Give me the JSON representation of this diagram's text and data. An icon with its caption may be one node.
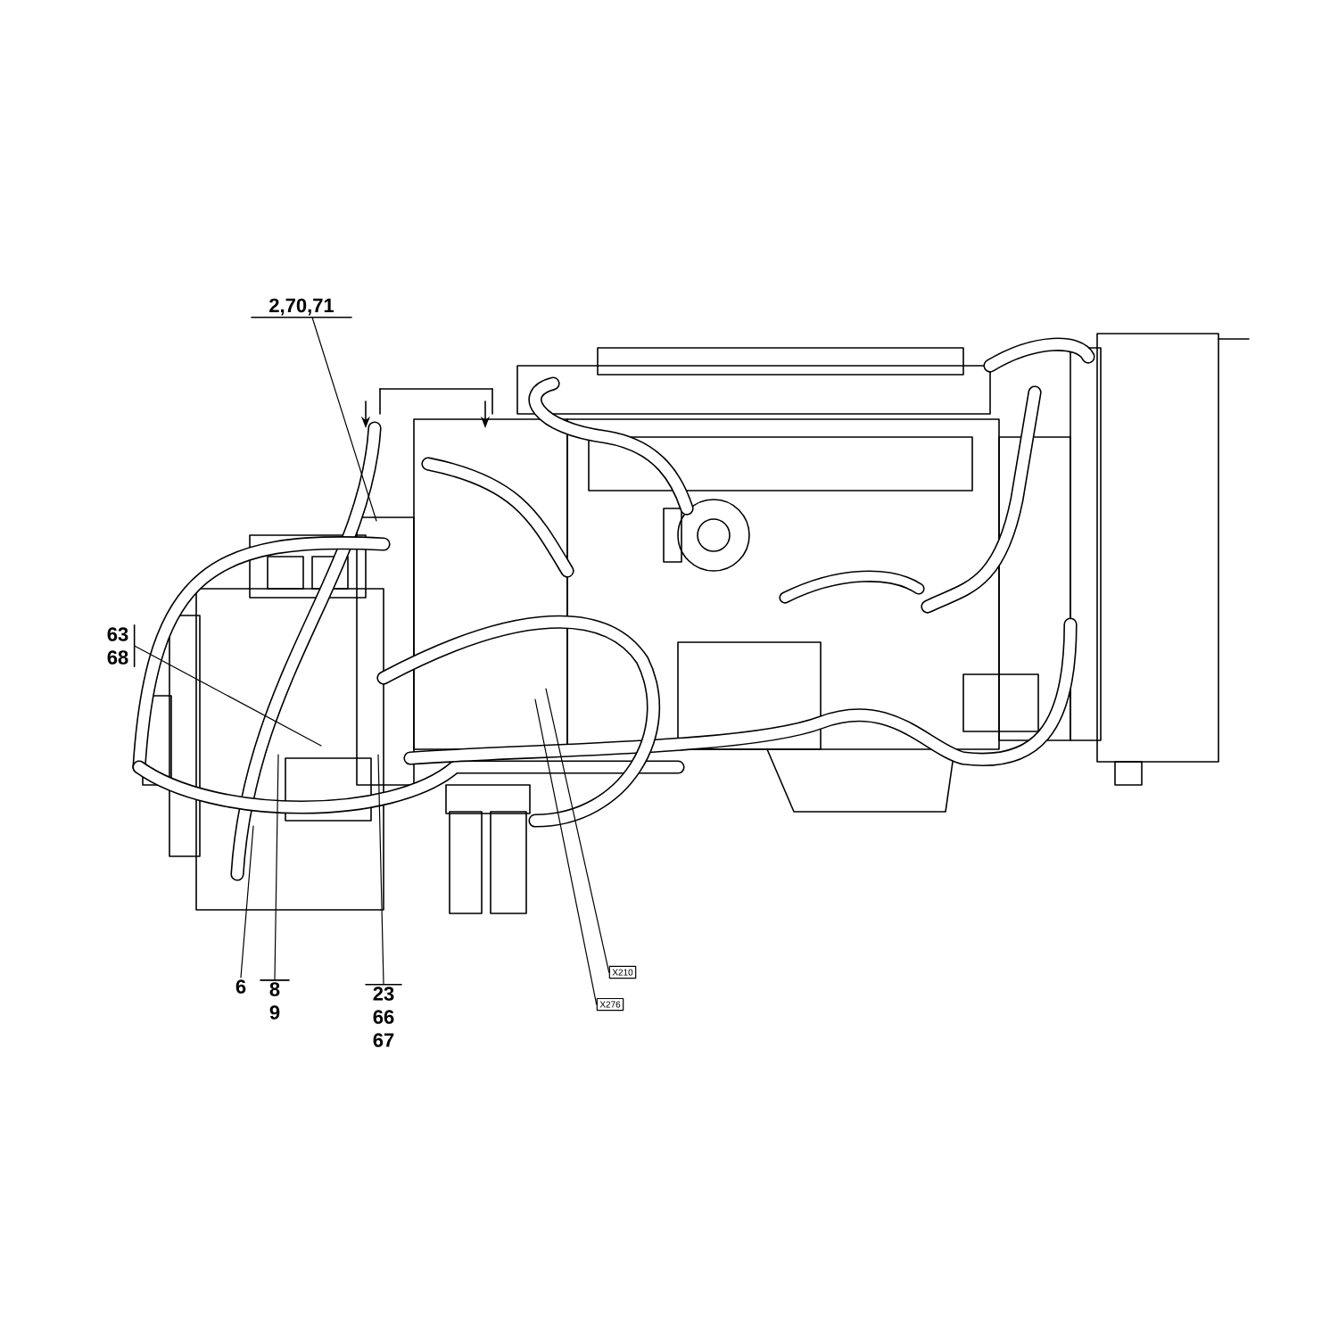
{
  "diagram": {
    "nodes": [
      {
        "text": [
          "2,70,71"
        ]
      },
      {
        "text": [
          "63",
          "68"
        ]
      },
      {
        "text": [
          "6"
        ]
      },
      {
        "text": [
          "8",
          "9"
        ]
      },
      {
        "text": [
          "23",
          "66",
          "67"
        ]
      },
      {
        "text": [
          "X210"
        ]
      },
      {
        "text": [
          "X276"
        ]
      }
    ],
    "edges": [
      {
        "from": 0,
        "to": null,
        "arrow": "none"
      },
      {
        "from": 1,
        "to": null,
        "arrow": "none"
      },
      {
        "from": 2,
        "to": null,
        "arrow": "none"
      },
      {
        "from": 3,
        "to": null,
        "arrow": "none"
      },
      {
        "from": 4,
        "to": null,
        "arrow": "none"
      },
      {
        "from": 5,
        "to": null,
        "arrow": "none"
      },
      {
        "from": 6,
        "to": null,
        "arrow": "none"
      }
    ]
  }
}
